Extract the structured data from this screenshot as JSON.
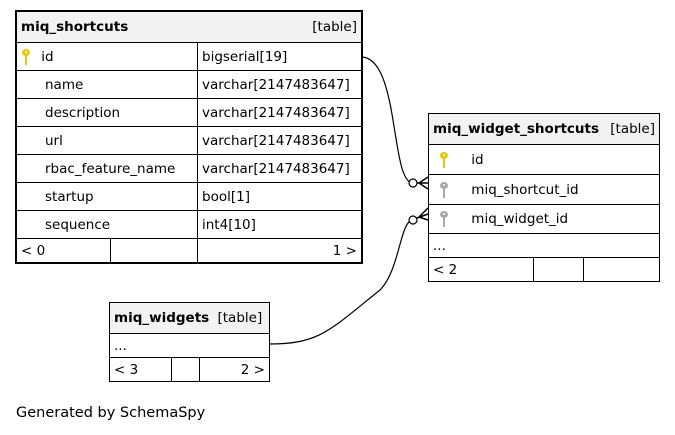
{
  "tables": {
    "miq_shortcuts": {
      "name": "miq_shortcuts",
      "tag": "[table]",
      "columns": [
        {
          "name": "id",
          "type": "bigserial[19]",
          "key": "primary-key"
        },
        {
          "name": "name",
          "type": "varchar[2147483647]"
        },
        {
          "name": "description",
          "type": "varchar[2147483647]"
        },
        {
          "name": "url",
          "type": "varchar[2147483647]"
        },
        {
          "name": "rbac_feature_name",
          "type": "varchar[2147483647]"
        },
        {
          "name": "startup",
          "type": "bool[1]"
        },
        {
          "name": "sequence",
          "type": "int4[10]"
        }
      ],
      "footer_left": "< 0",
      "footer_right": "1 >"
    },
    "miq_widget_shortcuts": {
      "name": "miq_widget_shortcuts",
      "tag": "[table]",
      "columns": [
        {
          "name": "id",
          "key": "primary-key"
        },
        {
          "name": "miq_shortcut_id",
          "key": "foreign-key"
        },
        {
          "name": "miq_widget_id",
          "key": "foreign-key"
        }
      ],
      "ellipsis": "...",
      "footer_left": "< 2"
    },
    "miq_widgets": {
      "name": "miq_widgets",
      "tag": "[table]",
      "ellipsis": "...",
      "footer_left": "< 3",
      "footer_right": "2 >"
    }
  },
  "relationships": [
    {
      "from": "miq_widget_shortcuts.miq_shortcut_id",
      "to": "miq_shortcuts.id"
    },
    {
      "from": "miq_widget_shortcuts.miq_widget_id",
      "to": "miq_widgets"
    }
  ],
  "caption": "Generated by SchemaSpy",
  "colors": {
    "header_bg": "#f2f2f2",
    "pk_key": "#e6c800",
    "fk_key": "#a8a8a8",
    "line": "#000000"
  }
}
